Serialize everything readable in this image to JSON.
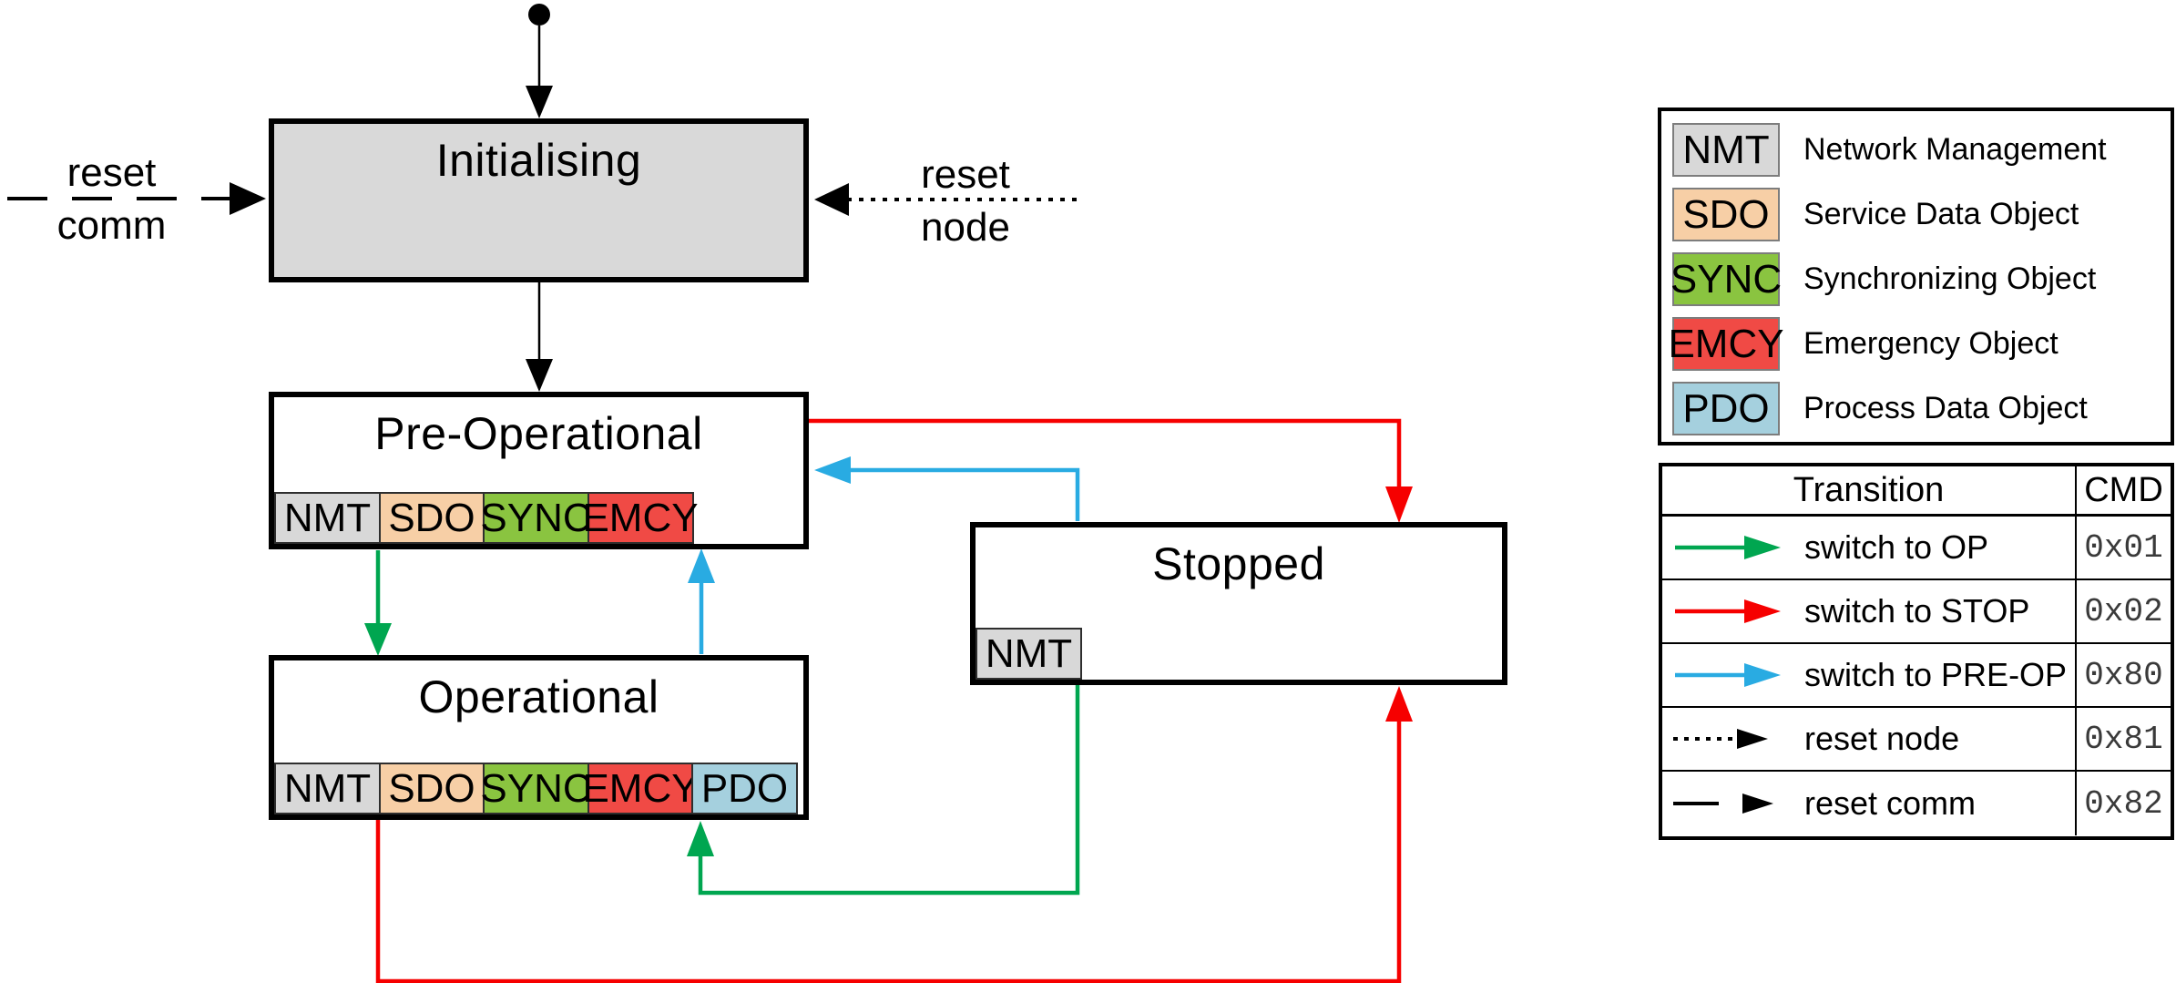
{
  "colors": {
    "black": "#000000",
    "green": "#00a650",
    "red": "#f60000",
    "blue": "#29abe2",
    "state_gray": "#d9d9d9",
    "cmd_text": "#3a3a3a"
  },
  "services": [
    {
      "code": "NMT",
      "name": "Network Management",
      "color": "#d8d8d8"
    },
    {
      "code": "SDO",
      "name": "Service Data Object",
      "color": "#f7cfa6"
    },
    {
      "code": "SYNC",
      "name": "Synchronizing Object",
      "color": "#8ac440"
    },
    {
      "code": "EMCY",
      "name": "Emergency Object",
      "color": "#f04a45"
    },
    {
      "code": "PDO",
      "name": "Process Data Object",
      "color": "#a5d0de"
    }
  ],
  "states": {
    "initialising": {
      "label": "Initialising",
      "tabs": []
    },
    "pre_operational": {
      "label": "Pre-Operational",
      "tabs": [
        "NMT",
        "SDO",
        "SYNC",
        "EMCY"
      ]
    },
    "operational": {
      "label": "Operational",
      "tabs": [
        "NMT",
        "SDO",
        "SYNC",
        "EMCY",
        "PDO"
      ]
    },
    "stopped": {
      "label": "Stopped",
      "tabs": [
        "NMT"
      ]
    }
  },
  "external_labels": {
    "reset_comm": {
      "top": "reset",
      "bottom": "comm"
    },
    "reset_node": {
      "top": "reset",
      "bottom": "node"
    }
  },
  "transition_table": {
    "header": {
      "transition": "Transition",
      "cmd": "CMD"
    },
    "rows": [
      {
        "label": "switch to OP",
        "cmd": "0x01",
        "color": "green",
        "line_style": "solid"
      },
      {
        "label": "switch to STOP",
        "cmd": "0x02",
        "color": "red",
        "line_style": "solid"
      },
      {
        "label": "switch to PRE-OP",
        "cmd": "0x80",
        "color": "blue",
        "line_style": "solid"
      },
      {
        "label": "reset node",
        "cmd": "0x81",
        "color": "black",
        "line_style": "dotted"
      },
      {
        "label": "reset comm",
        "cmd": "0x82",
        "color": "black",
        "line_style": "dashed"
      }
    ]
  }
}
